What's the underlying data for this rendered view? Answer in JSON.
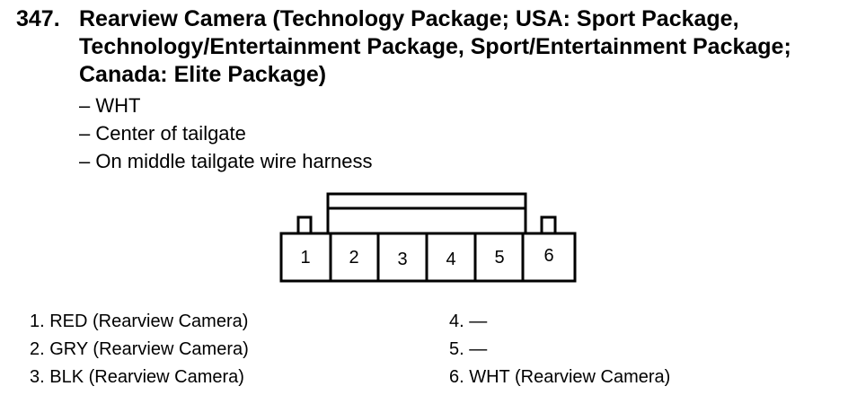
{
  "heading": {
    "number": "347.",
    "title": "Rearview Camera (Technology Package; USA: Sport Package, Technology/Entertainment Package, Sport/Entertainment Package; Canada: Elite Package)"
  },
  "details": [
    "– WHT",
    "– Center of tailgate",
    "– On middle tailgate wire harness"
  ],
  "connector": {
    "pins": [
      "1",
      "2",
      "3",
      "4",
      "5",
      "6"
    ]
  },
  "pin_list": {
    "left": [
      "1.  RED (Rearview Camera)",
      "2.  GRY (Rearview Camera)",
      "3.  BLK (Rearview Camera)"
    ],
    "right": [
      "4.  —",
      "5.  —",
      "6.  WHT (Rearview Camera)"
    ]
  }
}
